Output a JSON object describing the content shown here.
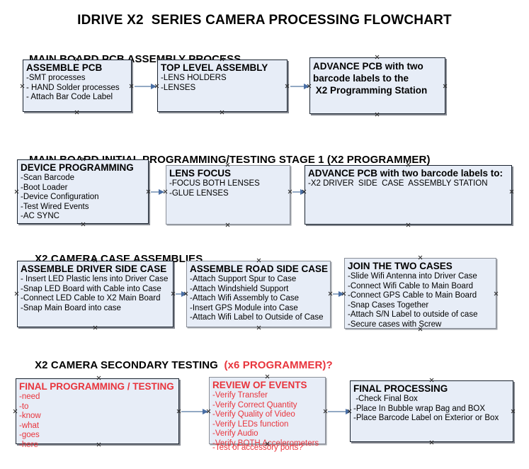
{
  "document": {
    "title": "IDRIVE X2  SERIES CAMERA PROCESSING FLOWCHART"
  },
  "colors": {
    "box_fill": "#e7edf7",
    "box_border": "#1b2430",
    "accent_red": "#e8343c",
    "connector": "#93a9c4",
    "arrowhead": "#4a6fa5"
  },
  "sections": [
    {
      "heading": "MAIN BOARD PCB ASSEMBLY PROCESS",
      "heading_accent": "",
      "nodes": [
        {
          "head": "ASSEMBLE PCB",
          "items": [
            "-SMT processes",
            "- HAND Solder processes",
            "- Attach Bar Code Label"
          ]
        },
        {
          "head": "TOP LEVEL ASSEMBLY",
          "items": [
            "-LENS HOLDERS",
            "-LENSES"
          ]
        },
        {
          "head": "ADVANCE PCB with two\nbarcode labels to the\n X2 Programming Station",
          "items": []
        }
      ]
    },
    {
      "heading": "MAIN BOARD INITIAL PROGRAMMING/TESTING STAGE 1 (X2 PROGRAMMER)",
      "heading_accent": "",
      "nodes": [
        {
          "head": "DEVICE PROGRAMMING",
          "items": [
            "-Scan Barcode",
            "-Boot Loader",
            "-Device Configuration",
            "-Test Wired Events",
            "-AC SYNC"
          ]
        },
        {
          "head": "LENS FOCUS",
          "items": [
            "-FOCUS BOTH LENSES",
            "-GLUE LENSES"
          ]
        },
        {
          "head": "ADVANCE PCB with two barcode labels to:",
          "items": [
            "-X2 DRIVER  SIDE  CASE  ASSEMBLY STATION"
          ]
        }
      ]
    },
    {
      "heading": "X2 CAMERA CASE ASSEMBLIES",
      "heading_accent": "",
      "nodes": [
        {
          "head": "ASSEMBLE DRIVER SIDE CASE",
          "items": [
            "- Insert LED Plastic lens into Driver Case",
            "-Snap LED Board with Cable into Case",
            "-Connect LED Cable to X2 Main Board",
            "-Snap Main Board into case"
          ]
        },
        {
          "head": "ASSEMBLE ROAD SIDE CASE",
          "items": [
            "-Attach Support Spur to Case",
            "-Attach Windshield Support",
            "-Attach Wifi Assembly to Case",
            "-Insert GPS Module into Case",
            "-Attach Wifi Label to Outside of Case"
          ]
        },
        {
          "head": "JOIN THE TWO CASES",
          "items": [
            "-Slide Wifi Antenna into Driver Case",
            "-Connect Wifi Cable to Main Board",
            "-Connect GPS Cable to Main Board",
            "-Snap Cases Together",
            "-Attach S/N Label to outside of case",
            "-Secure cases with Screw"
          ]
        }
      ]
    },
    {
      "heading": "X2 CAMERA SECONDARY TESTING  ",
      "heading_accent": "(x6 PROGRAMMER)?",
      "nodes": [
        {
          "head": "FINAL PROGRAMMING / TESTING",
          "items": [
            "-need",
            "-to",
            "-know",
            "-what",
            "-goes",
            "-here"
          ]
        },
        {
          "head": "REVIEW OF EVENTS",
          "items": [
            "-Verify Transfer",
            "-Verify Correct Quantity",
            "-Verify Quality of Video",
            "-Verify LEDs function",
            "-Verify Audio",
            "-Verify BOTH Accelerometers"
          ],
          "overflow_item": "-Test of accessory ports?"
        },
        {
          "head": "FINAL PROCESSING",
          "items": [
            " -Check Final Box",
            "-Place In Bubble wrap Bag and BOX",
            "-Place Barcode Label on Exterior or Box"
          ]
        }
      ]
    }
  ]
}
